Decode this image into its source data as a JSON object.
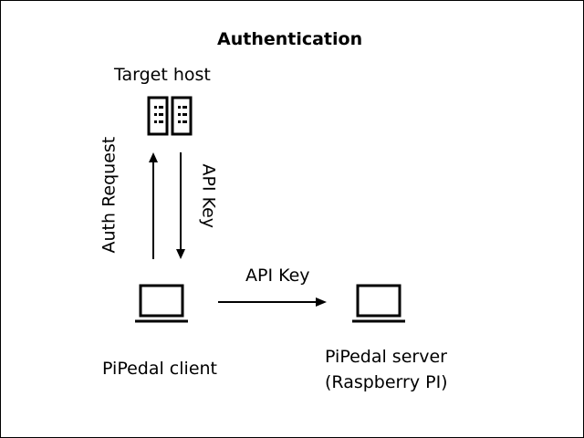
{
  "title": "Authentication",
  "nodes": {
    "target_host": {
      "label": "Target host",
      "icon": "server-icon"
    },
    "client": {
      "label": "PiPedal client",
      "icon": "laptop-icon"
    },
    "server": {
      "label_line1": "PiPedal server",
      "label_line2": "(Raspberry PI)",
      "icon": "laptop-icon"
    }
  },
  "edges": {
    "auth_request": "Auth Request",
    "api_key_vertical": "API Key",
    "api_key_horizontal": "API Key"
  }
}
